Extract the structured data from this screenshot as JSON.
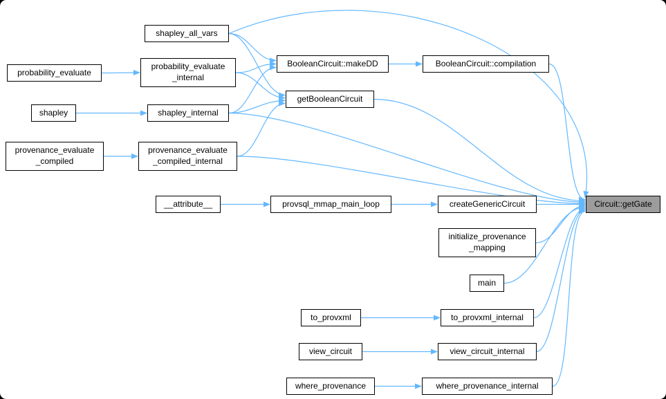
{
  "diagram": {
    "type": "call-graph",
    "direction": "left-to-right",
    "focus_node": "getGate",
    "edge_color": "#63b8ff",
    "node_fill": "#ffffff",
    "node_border_color": "#000000",
    "focus_fill": "#9c9c9c",
    "background": "#ffffff"
  },
  "nodes": {
    "shapley_all_vars": {
      "label": "shapley_all_vars"
    },
    "probability_evaluate": {
      "label": "probability_evaluate"
    },
    "probability_evaluate_internal": {
      "label": "probability_evaluate\n_internal"
    },
    "makeDD": {
      "label": "BooleanCircuit::makeDD"
    },
    "compilation": {
      "label": "BooleanCircuit::compilation"
    },
    "getBooleanCircuit": {
      "label": "getBooleanCircuit"
    },
    "shapley": {
      "label": "shapley"
    },
    "shapley_internal": {
      "label": "shapley_internal"
    },
    "provenance_evaluate_compiled": {
      "label": "provenance_evaluate\n_compiled"
    },
    "provenance_evaluate_compiled_internal": {
      "label": "provenance_evaluate\n_compiled_internal"
    },
    "attribute": {
      "label": "__attribute__"
    },
    "provsql_mmap_main_loop": {
      "label": "provsql_mmap_main_loop"
    },
    "createGenericCircuit": {
      "label": "createGenericCircuit"
    },
    "getGate": {
      "label": "Circuit::getGate"
    },
    "initialize_provenance_mapping": {
      "label": "initialize_provenance\n_mapping"
    },
    "main": {
      "label": "main"
    },
    "to_provxml": {
      "label": "to_provxml"
    },
    "to_provxml_internal": {
      "label": "to_provxml_internal"
    },
    "view_circuit": {
      "label": "view_circuit"
    },
    "view_circuit_internal": {
      "label": "view_circuit_internal"
    },
    "where_provenance": {
      "label": "where_provenance"
    },
    "where_provenance_internal": {
      "label": "where_provenance_internal"
    }
  },
  "edges": [
    {
      "from": "probability_evaluate",
      "to": "probability_evaluate_internal"
    },
    {
      "from": "shapley",
      "to": "shapley_internal"
    },
    {
      "from": "provenance_evaluate_compiled",
      "to": "provenance_evaluate_compiled_internal"
    },
    {
      "from": "attribute",
      "to": "provsql_mmap_main_loop"
    },
    {
      "from": "provsql_mmap_main_loop",
      "to": "createGenericCircuit"
    },
    {
      "from": "to_provxml",
      "to": "to_provxml_internal"
    },
    {
      "from": "view_circuit",
      "to": "view_circuit_internal"
    },
    {
      "from": "where_provenance",
      "to": "where_provenance_internal"
    },
    {
      "from": "shapley_all_vars",
      "to": "makeDD",
      "tdy": -5
    },
    {
      "from": "probability_evaluate_internal",
      "to": "makeDD",
      "tdy": 0
    },
    {
      "from": "shapley_internal",
      "to": "makeDD",
      "tdy": 5
    },
    {
      "from": "shapley_all_vars",
      "to": "getBooleanCircuit",
      "tdy": -6
    },
    {
      "from": "probability_evaluate_internal",
      "to": "getBooleanCircuit",
      "tdy": -2
    },
    {
      "from": "shapley_internal",
      "to": "getBooleanCircuit",
      "tdy": 2
    },
    {
      "from": "provenance_evaluate_compiled_internal",
      "to": "getBooleanCircuit",
      "tdy": 6
    },
    {
      "from": "makeDD",
      "to": "compilation"
    },
    {
      "from": "shapley_all_vars",
      "to": "getGate",
      "via": [
        560,
        -50,
        880,
        80
      ],
      "tdy": -10
    },
    {
      "from": "compilation",
      "to": "getGate",
      "tdy": -7
    },
    {
      "from": "getBooleanCircuit",
      "to": "getGate",
      "tdy": -5
    },
    {
      "from": "shapley_internal",
      "to": "getGate",
      "tdy": -3
    },
    {
      "from": "provenance_evaluate_compiled_internal",
      "to": "getGate",
      "tdy": -1
    },
    {
      "from": "createGenericCircuit",
      "to": "getGate",
      "tdy": 0
    },
    {
      "from": "initialize_provenance_mapping",
      "to": "getGate",
      "tdy": 2
    },
    {
      "from": "main",
      "to": "getGate",
      "tdy": 4
    },
    {
      "from": "to_provxml_internal",
      "to": "getGate",
      "tdy": 6
    },
    {
      "from": "view_circuit_internal",
      "to": "getGate",
      "tdy": 8
    },
    {
      "from": "where_provenance_internal",
      "to": "getGate",
      "tdy": 10
    }
  ]
}
